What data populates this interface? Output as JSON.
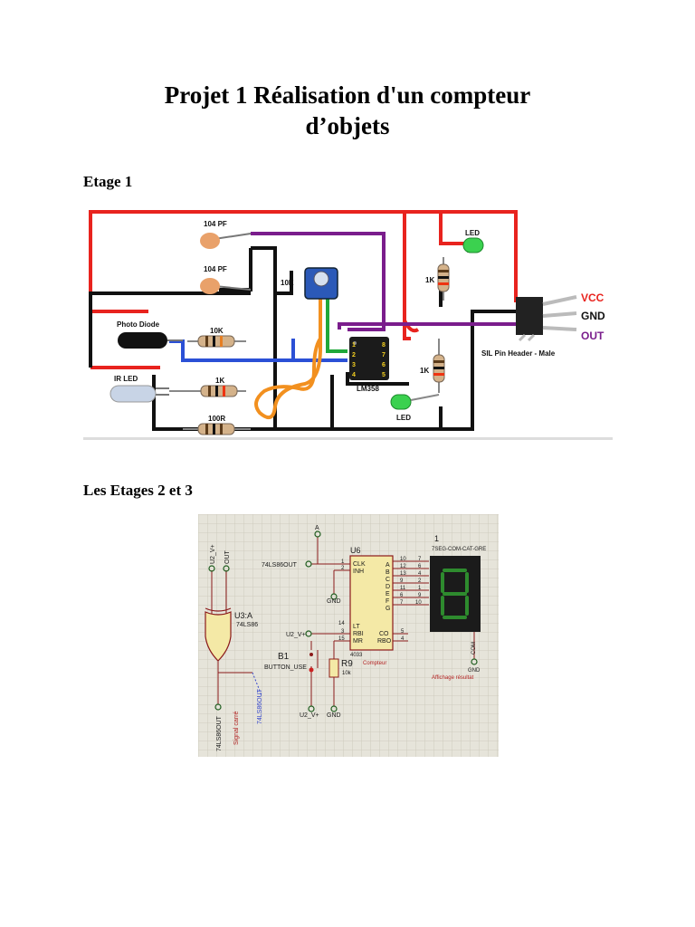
{
  "document": {
    "title_line1": "Projet 1 Réalisation d'un compteur",
    "title_line2": "d’objets",
    "section1_heading": "Etage 1",
    "section2_heading": "Les Etages 2 et 3"
  },
  "figure1": {
    "capacitor1": "104 PF",
    "capacitor2": "104 PF",
    "potentiometer": "10K",
    "photodiode": "Photo Diode",
    "irled": "IR LED",
    "resistor_10k": "10K",
    "resistor_1k_a": "1K",
    "resistor_100r": "100R",
    "resistor_1k_top": "1K",
    "resistor_1k_right": "1K",
    "led_top": "LED",
    "led_bottom": "LED",
    "ic": "LM358",
    "pin1": "1",
    "pin2": "2",
    "pin3": "3",
    "pin4": "4",
    "pin5": "5",
    "pin6": "6",
    "pin7": "7",
    "pin8": "8",
    "header": "SIL Pin Header - Male",
    "vcc": "VCC",
    "gnd": "GND",
    "out": "OUT",
    "colors": {
      "red": "#e8231e",
      "purple": "#7a1d8c",
      "blue": "#2b50d6",
      "orange": "#f2901f",
      "green": "#1fa83a",
      "black": "#111111"
    }
  },
  "figure2": {
    "xor_pin_u2v": "U2_V+",
    "xor_pin_out": "OUT",
    "xor_ref": "U3:A",
    "xor_part": "74LS86",
    "xor_out_label": "74LS86OUT",
    "signal_label": "Signal carré",
    "net_arrow_label": "74LS86OUT",
    "term_a": "A",
    "clk_input": "74LS86OUT",
    "u6": "U6",
    "pin_clk": "CLK",
    "pin_inh": "INH",
    "pin_lt": "LT",
    "pin_rbi": "RBI",
    "pin_mr": "MR",
    "pin_co": "CO",
    "pin_rbo": "RBO",
    "outs": [
      "A",
      "B",
      "C",
      "D",
      "E",
      "F",
      "G"
    ],
    "pin_nums_left": [
      "10",
      "12",
      "13",
      "9",
      "11",
      "6",
      "7"
    ],
    "pin_nums_right": [
      "7",
      "6",
      "4",
      "2",
      "1",
      "9",
      "10"
    ],
    "n1": "1",
    "n2": "2",
    "n14": "14",
    "n3": "3",
    "n15": "15",
    "n5": "5",
    "n4": "4",
    "chip": "4033",
    "compteur": "Compteur",
    "gnd_left": "GND",
    "u2v_rbi": "U2_V+",
    "b1": "B1",
    "button": "BUTTON_USE",
    "r9": "R9",
    "r9_val": "10k",
    "u2v_bottom": "U2_V+",
    "gnd_bottom": "GND",
    "display_num": "1",
    "display_part": "7SEG-COM-CAT-GRE",
    "com": "COM",
    "gnd_display": "GND",
    "affichage": "Affichage résultat"
  }
}
